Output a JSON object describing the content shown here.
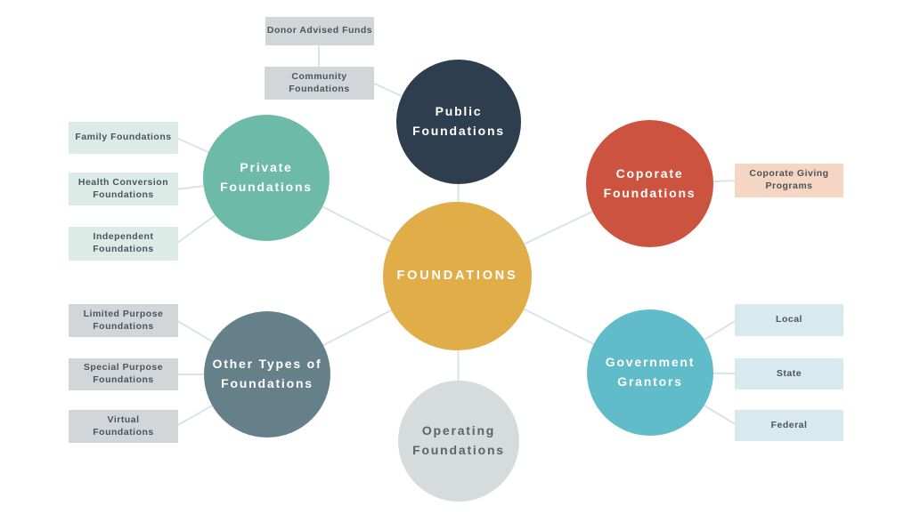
{
  "canvas": {
    "background": "#ffffff",
    "connector_color": "#dce3e5"
  },
  "hub": {
    "label": "FOUNDATIONS",
    "color": "#e0ad48",
    "text_color": "#ffffff"
  },
  "nodes": {
    "public": {
      "lines": [
        "Public",
        "Foundations"
      ],
      "color": "#2e3e4e",
      "text_color": "#ffffff"
    },
    "private": {
      "lines": [
        "Private",
        "Foundations"
      ],
      "color": "#6ebaa9",
      "text_color": "#ffffff"
    },
    "coporate": {
      "lines": [
        "Coporate",
        "Foundations"
      ],
      "color": "#cc533f",
      "text_color": "#ffffff"
    },
    "other": {
      "lines": [
        "Other Types of",
        "Foundations"
      ],
      "color": "#66808a",
      "text_color": "#ffffff"
    },
    "government": {
      "lines": [
        "Government",
        "Grantors"
      ],
      "color": "#5fbcc8",
      "text_color": "#ffffff"
    },
    "operating": {
      "lines": [
        "Operating",
        "Foundations"
      ],
      "color": "#d6dbdb",
      "text_color": "#5d6367"
    }
  },
  "boxes": {
    "donor_advised": {
      "lines": [
        "Donor Advised Funds"
      ],
      "color": "#d2d6d9",
      "text_color": "#4d545b"
    },
    "community": {
      "lines": [
        "Community",
        "Foundations"
      ],
      "color": "#d2d6d9",
      "text_color": "#4d545b"
    },
    "family": {
      "lines": [
        "Family Foundations"
      ],
      "color": "#dcebe6",
      "text_color": "#4d545b"
    },
    "health_conversion": {
      "lines": [
        "Health Conversion",
        "Foundations"
      ],
      "color": "#dcebe6",
      "text_color": "#4d545b"
    },
    "independent": {
      "lines": [
        "Independent",
        "Foundations"
      ],
      "color": "#dcebe6",
      "text_color": "#4d545b"
    },
    "coporate_giving": {
      "lines": [
        "Coporate Giving",
        "Programs"
      ],
      "color": "#f5d6c3",
      "text_color": "#4d545b"
    },
    "limited_purpose": {
      "lines": [
        "Limited Purpose",
        "Foundations"
      ],
      "color": "#d2d6d9",
      "text_color": "#4d545b"
    },
    "special_purpose": {
      "lines": [
        "Special Purpose",
        "Foundations"
      ],
      "color": "#d2d6d9",
      "text_color": "#4d545b"
    },
    "virtual": {
      "lines": [
        "Virtual",
        "Foundations"
      ],
      "color": "#d2d6d9",
      "text_color": "#4d545b"
    },
    "local": {
      "lines": [
        "Local"
      ],
      "color": "#d8e9ef",
      "text_color": "#4d545b"
    },
    "state": {
      "lines": [
        "State"
      ],
      "color": "#d8e9ef",
      "text_color": "#4d545b"
    },
    "federal": {
      "lines": [
        "Federal"
      ],
      "color": "#d8e9ef",
      "text_color": "#4d545b"
    }
  }
}
